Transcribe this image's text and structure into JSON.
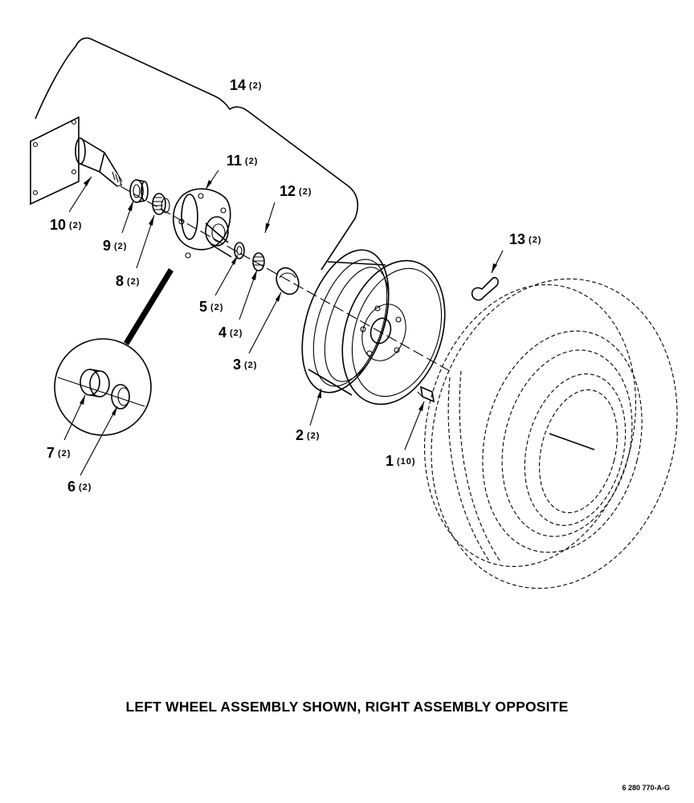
{
  "caption": "LEFT WHEEL ASSEMBLY SHOWN, RIGHT ASSEMBLY OPPOSITE",
  "figure_id": "6 280 770-A-G",
  "callouts": [
    {
      "id": "1",
      "num": "1",
      "qty": "(10)"
    },
    {
      "id": "2",
      "num": "2",
      "qty": "(2)"
    },
    {
      "id": "3",
      "num": "3",
      "qty": "(2)"
    },
    {
      "id": "4",
      "num": "4",
      "qty": "(2)"
    },
    {
      "id": "5",
      "num": "5",
      "qty": "(2)"
    },
    {
      "id": "6",
      "num": "6",
      "qty": "(2)"
    },
    {
      "id": "7",
      "num": "7",
      "qty": "(2)"
    },
    {
      "id": "8",
      "num": "8",
      "qty": "(2)"
    },
    {
      "id": "9",
      "num": "9",
      "qty": "(2)"
    },
    {
      "id": "10",
      "num": "10",
      "qty": "(2)"
    },
    {
      "id": "11",
      "num": "11",
      "qty": "(2)"
    },
    {
      "id": "12",
      "num": "12",
      "qty": "(2)"
    },
    {
      "id": "13",
      "num": "13",
      "qty": "(2)"
    },
    {
      "id": "14",
      "num": "14",
      "qty": "(2)"
    }
  ]
}
